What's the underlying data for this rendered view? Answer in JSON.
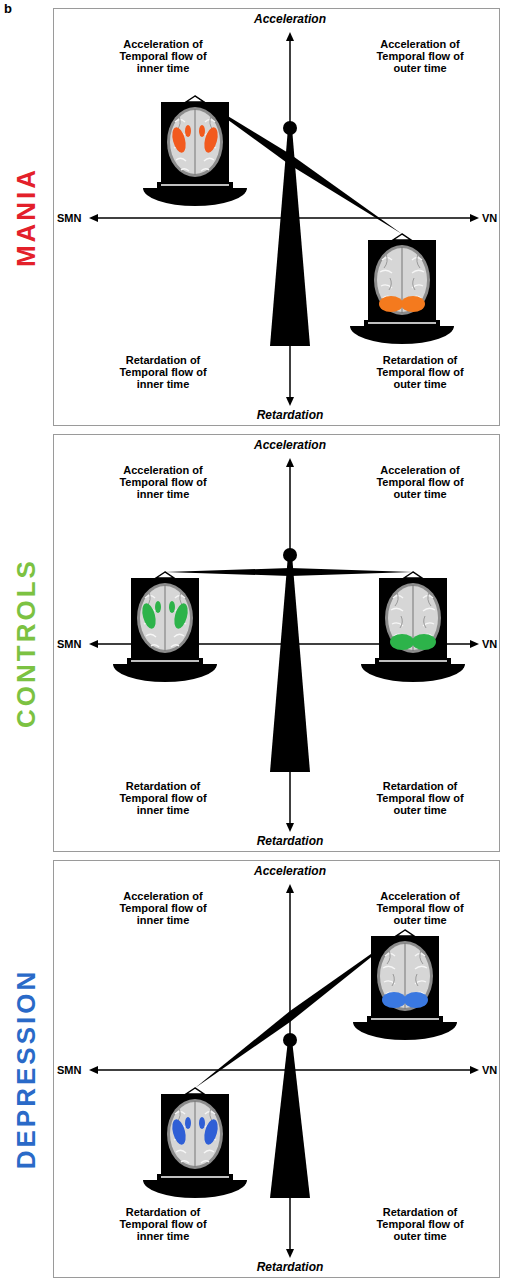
{
  "diagram": {
    "labels": [
      "b",
      "MANIA",
      "Acceleration",
      "Acceleration of Temporal flow of inner time",
      "Acceleration of Temporal flow of outer time",
      "SMN",
      "VN",
      "Retardation of Temporal flow of inner time",
      "Retardation of Temporal flow of outer time",
      "Retardation",
      "CONTROLS",
      "Acceleration",
      "Acceleration of Temporal flow of inner time",
      "Acceleration of Temporal flow of outer time",
      "SMN",
      "VN",
      "Retardation of Temporal flow of inner time",
      "Retardation of Temporal flow of outer time",
      "Retardation",
      "DEPRESSION",
      "Acceleration",
      "Acceleration of Temporal flow of inner time",
      "Acceleration of Temporal flow of outer time",
      "SMN",
      "VN",
      "Retardation of Temporal flow of inner time",
      "Retardation of Temporal flow of outer time",
      "Retardation"
    ]
  }
}
